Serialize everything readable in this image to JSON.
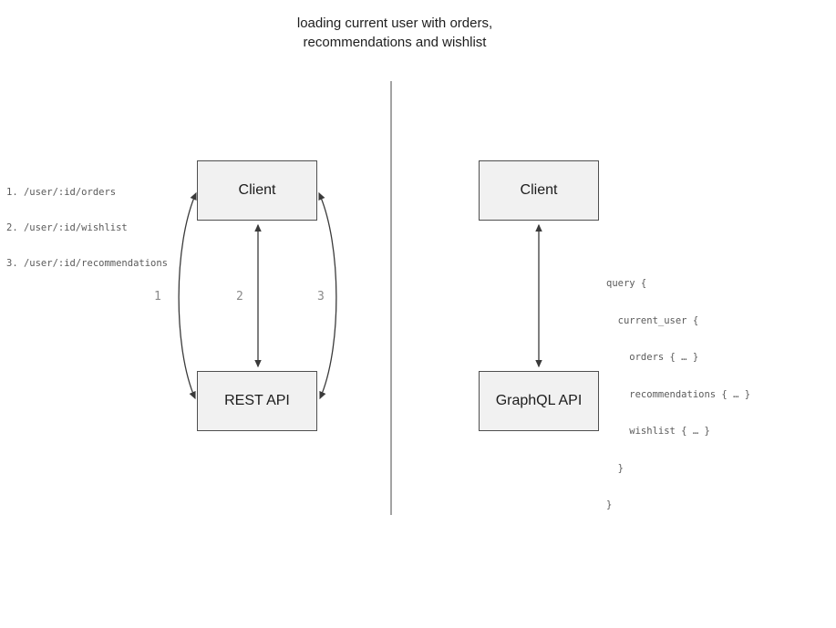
{
  "title": {
    "line1": "loading current user with orders,",
    "line2": "recommendations and wishlist"
  },
  "left_panel": {
    "endpoints": [
      "1. /user/:id/orders",
      "2. /user/:id/wishlist",
      "3. /user/:id/recommendations"
    ],
    "client_label": "Client",
    "api_label": "REST API",
    "arrow_labels": [
      "1",
      "2",
      "3"
    ]
  },
  "right_panel": {
    "client_label": "Client",
    "api_label": "GraphQL API",
    "query_lines": [
      "query {",
      "  current_user {",
      "    orders { … }",
      "    recommendations { … }",
      "    wishlist { … }",
      "  }",
      "}"
    ]
  },
  "colors": {
    "box_fill": "#f1f1f1",
    "box_border": "#4f4f4f",
    "box_text": "#1c1c1c",
    "title_text": "#1e1e1e",
    "arrow": "#3a3a3a",
    "divider": "#7c7c7c",
    "muted_text": "#5a5a5a",
    "arrow_label_text": "#8a8a8a"
  }
}
